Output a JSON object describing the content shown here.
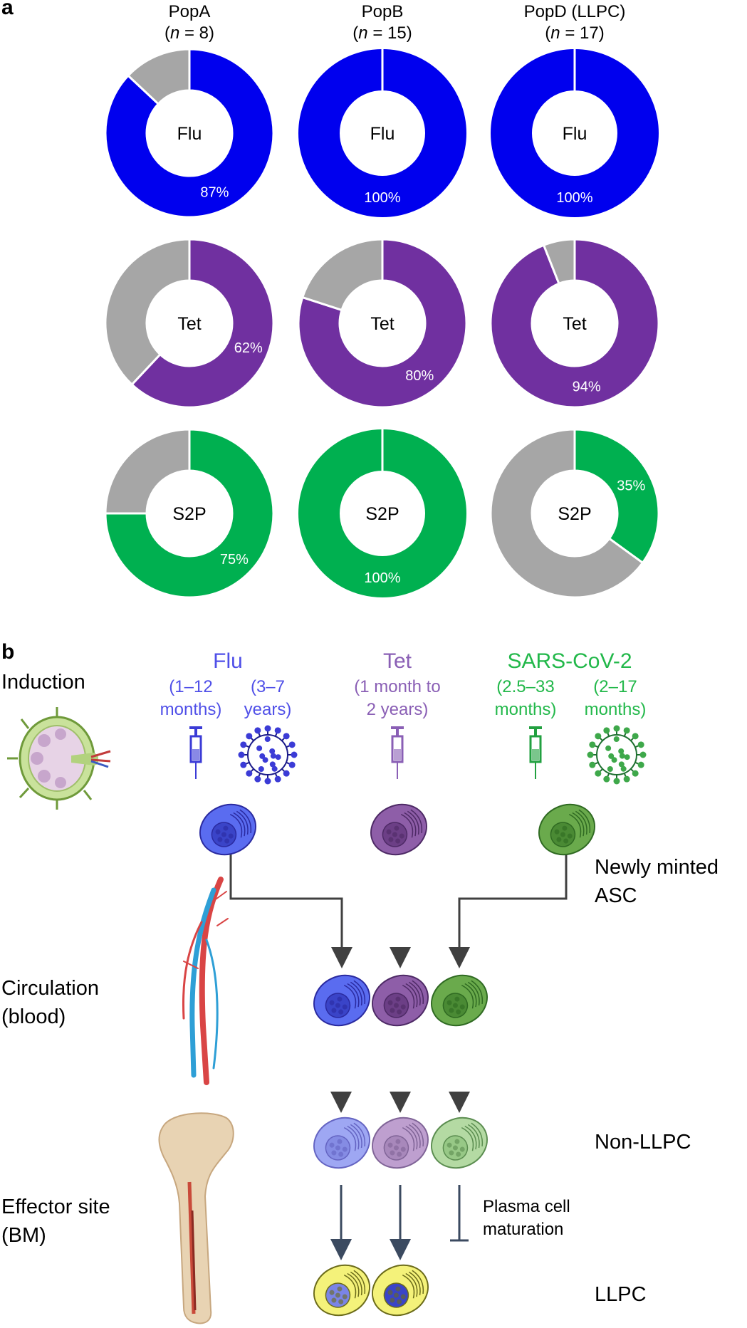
{
  "panel_a": {
    "letter": "a"
  },
  "panel_b": {
    "letter": "b"
  },
  "columns": [
    {
      "name": "PopA",
      "n_label": "n",
      "n_value": " = 8"
    },
    {
      "name": "PopB",
      "n_label": "n",
      "n_value": " = 15"
    },
    {
      "name": "PopD (LLPC)",
      "n_label": "n",
      "n_value": " = 17"
    }
  ],
  "colors": {
    "flu": "#0000ee",
    "tet": "#7030a0",
    "s2p": "#00b050",
    "other": "#a6a6a6"
  },
  "chart_data": {
    "type": "pie",
    "variant": "donut",
    "groups": [
      "PopA",
      "PopB",
      "PopD (LLPC)"
    ],
    "rows": [
      {
        "name": "Flu",
        "color": "#0000ee",
        "values": [
          87,
          100,
          100
        ],
        "labels": [
          "87%",
          "100%",
          "100%"
        ]
      },
      {
        "name": "Tet",
        "color": "#7030a0",
        "values": [
          62,
          80,
          94
        ],
        "labels": [
          "62%",
          "80%",
          "94%"
        ]
      },
      {
        "name": "S2P",
        "color": "#00b050",
        "values": [
          75,
          100,
          35
        ],
        "labels": [
          "75%",
          "100%",
          "35%"
        ]
      }
    ]
  },
  "diagram": {
    "antigens": [
      {
        "name": "Flu",
        "color": "#4f4fe8",
        "timings": [
          "(1–12",
          "months)"
        ],
        "timings2": [
          "(3–7",
          "years)"
        ]
      },
      {
        "name": "Tet",
        "color": "#8a5fb5",
        "timings": [
          "(1 month to",
          "2 years)"
        ]
      },
      {
        "name": "SARS-CoV-2",
        "color": "#22b84a",
        "timings": [
          "(2.5–33",
          "months)"
        ],
        "timings2": [
          "(2–17",
          "months)"
        ]
      }
    ],
    "stages": {
      "induction": "Induction",
      "circulation": [
        "Circulation",
        "(blood)"
      ],
      "effector": [
        "Effector site",
        "(BM)"
      ]
    },
    "cell_labels": {
      "newly_minted": [
        "Newly minted",
        "ASC"
      ],
      "non_llpc": "Non-LLPC",
      "llpc": "LLPC"
    },
    "inhibition_label": [
      "Plasma cell",
      "maturation"
    ]
  }
}
